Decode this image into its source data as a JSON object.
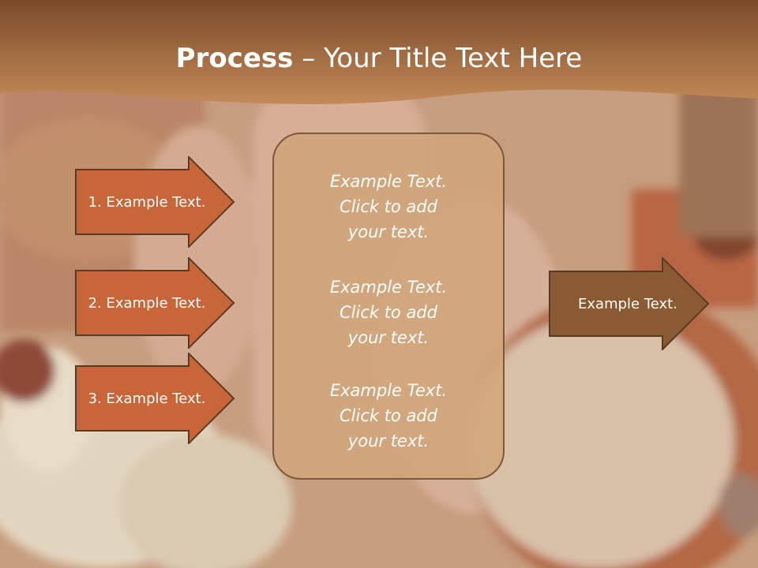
{
  "slide": {
    "title": {
      "bold": "Process",
      "dash": " – ",
      "rest": "Your Title Text Here"
    },
    "steps": [
      {
        "label": "1. Example Text."
      },
      {
        "label": "2. Example Text."
      },
      {
        "label": "3. Example Text."
      }
    ],
    "center_box": {
      "paragraphs": [
        {
          "line1": "Example Text.",
          "line2": "Click  to add",
          "line3": "your text."
        },
        {
          "line1": "Example Text.",
          "line2": "Click  to add",
          "line3": "your text."
        },
        {
          "line1": "Example Text.",
          "line2": "Click  to add",
          "line3": "your text."
        }
      ]
    },
    "result": {
      "label": "Example Text."
    }
  },
  "colors": {
    "header": "#b87a4a",
    "step_arrow_fill": "#c8663a",
    "result_arrow_fill": "#8a5a32",
    "arrow_stroke": "#5a3a22",
    "center_box_fill": "#d2a57a",
    "text": "#ffffff"
  }
}
